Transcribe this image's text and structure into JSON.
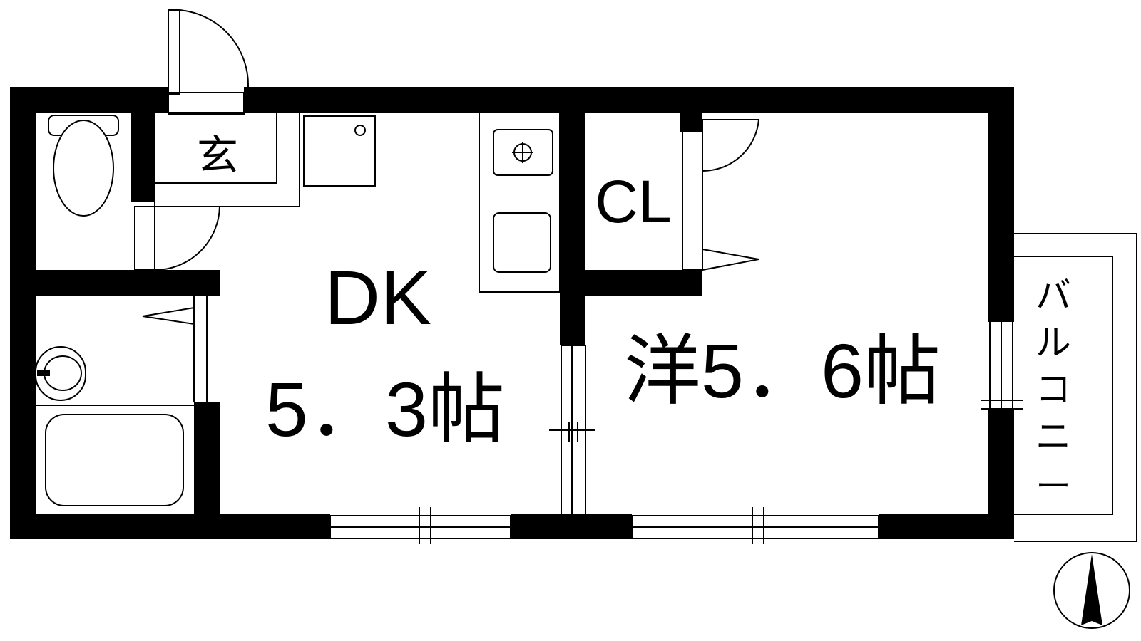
{
  "rooms": {
    "entrance": "玄",
    "dk_name": "DK",
    "dk_size": "5．3帖",
    "closet": "CL",
    "western_room": "洋5．6帖",
    "balcony": [
      "バ",
      "ル",
      "コ",
      "ニ",
      "ー"
    ]
  },
  "icons": {
    "compass": "north-arrow-icon",
    "toilet": "toilet-icon",
    "sink": "washbasin-icon",
    "bathtub": "bathtub-icon",
    "stove": "gas-stove-icon",
    "kitchen_sink": "kitchen-sink-icon",
    "washer": "washing-machine-pan-icon"
  },
  "colors": {
    "wall": "#000000",
    "background": "#ffffff"
  }
}
